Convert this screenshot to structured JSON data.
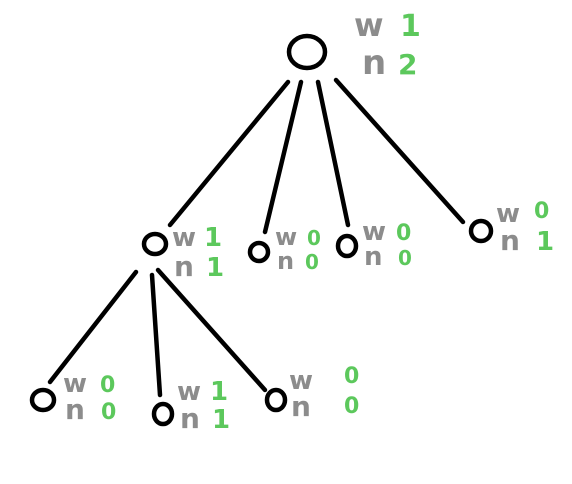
{
  "colors": {
    "stroke": "#000000",
    "letter": "#8c8c8c",
    "number": "#5cc85c"
  },
  "tree": {
    "root": {
      "w_letter": "w",
      "w_value": "1",
      "n_letter": "n",
      "n_value": "2"
    },
    "children": [
      {
        "w_letter": "w",
        "w_value": "1",
        "n_letter": "n",
        "n_value": "1",
        "children": [
          {
            "w_letter": "w",
            "w_value": "0",
            "n_letter": "n",
            "n_value": "0"
          },
          {
            "w_letter": "w",
            "w_value": "1",
            "n_letter": "n",
            "n_value": "1"
          },
          {
            "w_letter": "w",
            "w_value": "0",
            "n_letter": "n",
            "n_value": "0"
          }
        ]
      },
      {
        "w_letter": "w",
        "w_value": "0",
        "n_letter": "n",
        "n_value": "0"
      },
      {
        "w_letter": "w",
        "w_value": "0",
        "n_letter": "n",
        "n_value": "0"
      },
      {
        "w_letter": "w",
        "w_value": "0",
        "n_letter": "n",
        "n_value": "1"
      }
    ]
  }
}
